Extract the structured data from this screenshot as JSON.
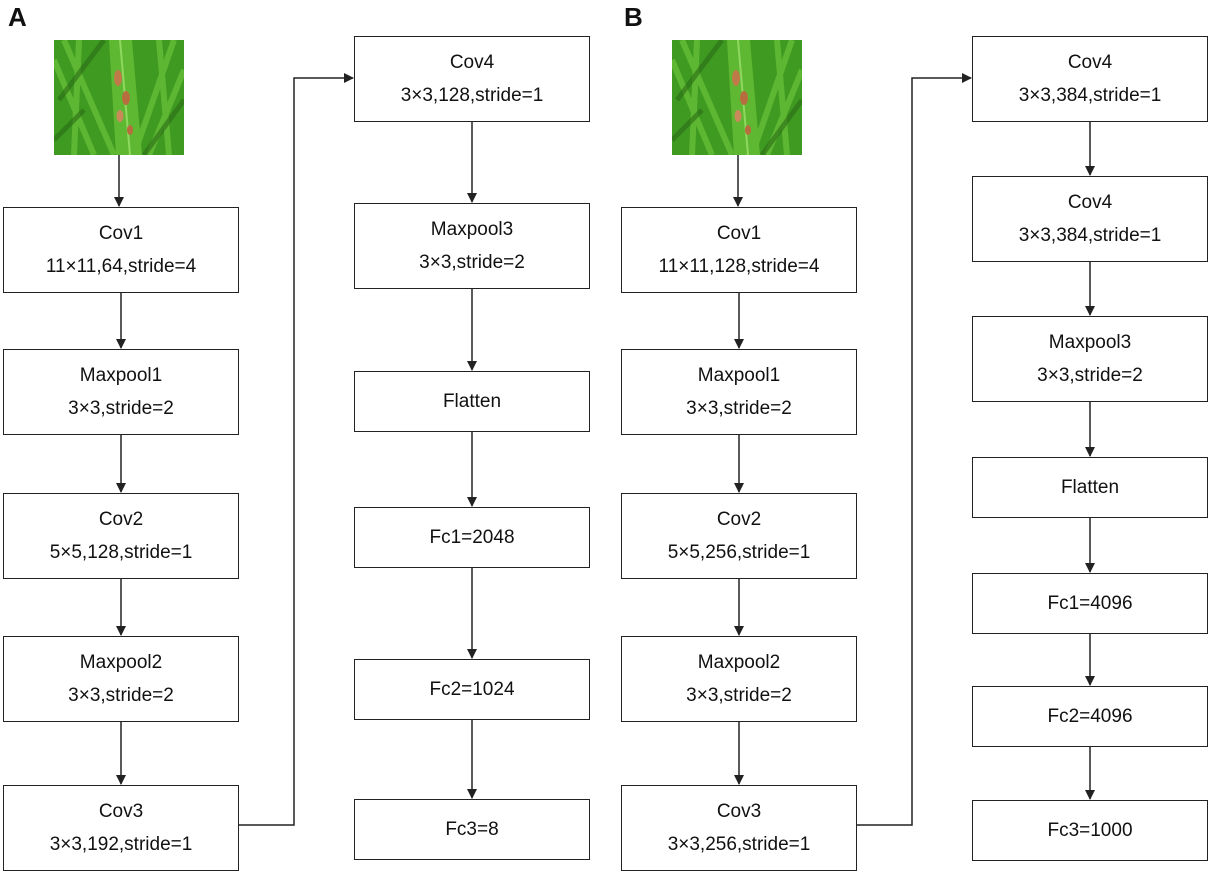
{
  "panels": [
    {
      "label": "A",
      "layers": [
        {
          "name": "Cov1",
          "params": "11×11,64,stride=4"
        },
        {
          "name": "Maxpool1",
          "params": "3×3,stride=2"
        },
        {
          "name": "Cov2",
          "params": "5×5,128,stride=1"
        },
        {
          "name": "Maxpool2",
          "params": "3×3,stride=2"
        },
        {
          "name": "Cov3",
          "params": "3×3,192,stride=1"
        },
        {
          "name": "Cov4",
          "params": "3×3,128,stride=1"
        },
        {
          "name": "Maxpool3",
          "params": "3×3,stride=2"
        },
        {
          "name": "Flatten",
          "params": ""
        },
        {
          "name": "Fc1=2048",
          "params": ""
        },
        {
          "name": "Fc2=1024",
          "params": ""
        },
        {
          "name": "Fc3=8",
          "params": ""
        }
      ]
    },
    {
      "label": "B",
      "layers": [
        {
          "name": "Cov1",
          "params": "11×11,128,stride=4"
        },
        {
          "name": "Maxpool1",
          "params": "3×3,stride=2"
        },
        {
          "name": "Cov2",
          "params": "5×5,256,stride=1"
        },
        {
          "name": "Maxpool2",
          "params": "3×3,stride=2"
        },
        {
          "name": "Cov3",
          "params": "3×3,256,stride=1"
        },
        {
          "name": "Cov4",
          "params": "3×3,384,stride=1"
        },
        {
          "name": "Cov4",
          "params": "3×3,384,stride=1"
        },
        {
          "name": "Maxpool3",
          "params": "3×3,stride=2"
        },
        {
          "name": "Flatten",
          "params": ""
        },
        {
          "name": "Fc1=4096",
          "params": ""
        },
        {
          "name": "Fc2=4096",
          "params": ""
        },
        {
          "name": "Fc3=1000",
          "params": ""
        }
      ]
    }
  ],
  "colors": {
    "border": "#222222",
    "leaf_green": "#4caf2a",
    "leaf_dark": "#2f7d1a",
    "lesion": "#c07a4a"
  },
  "icons": {
    "input_image": "rice-leaf-image"
  }
}
